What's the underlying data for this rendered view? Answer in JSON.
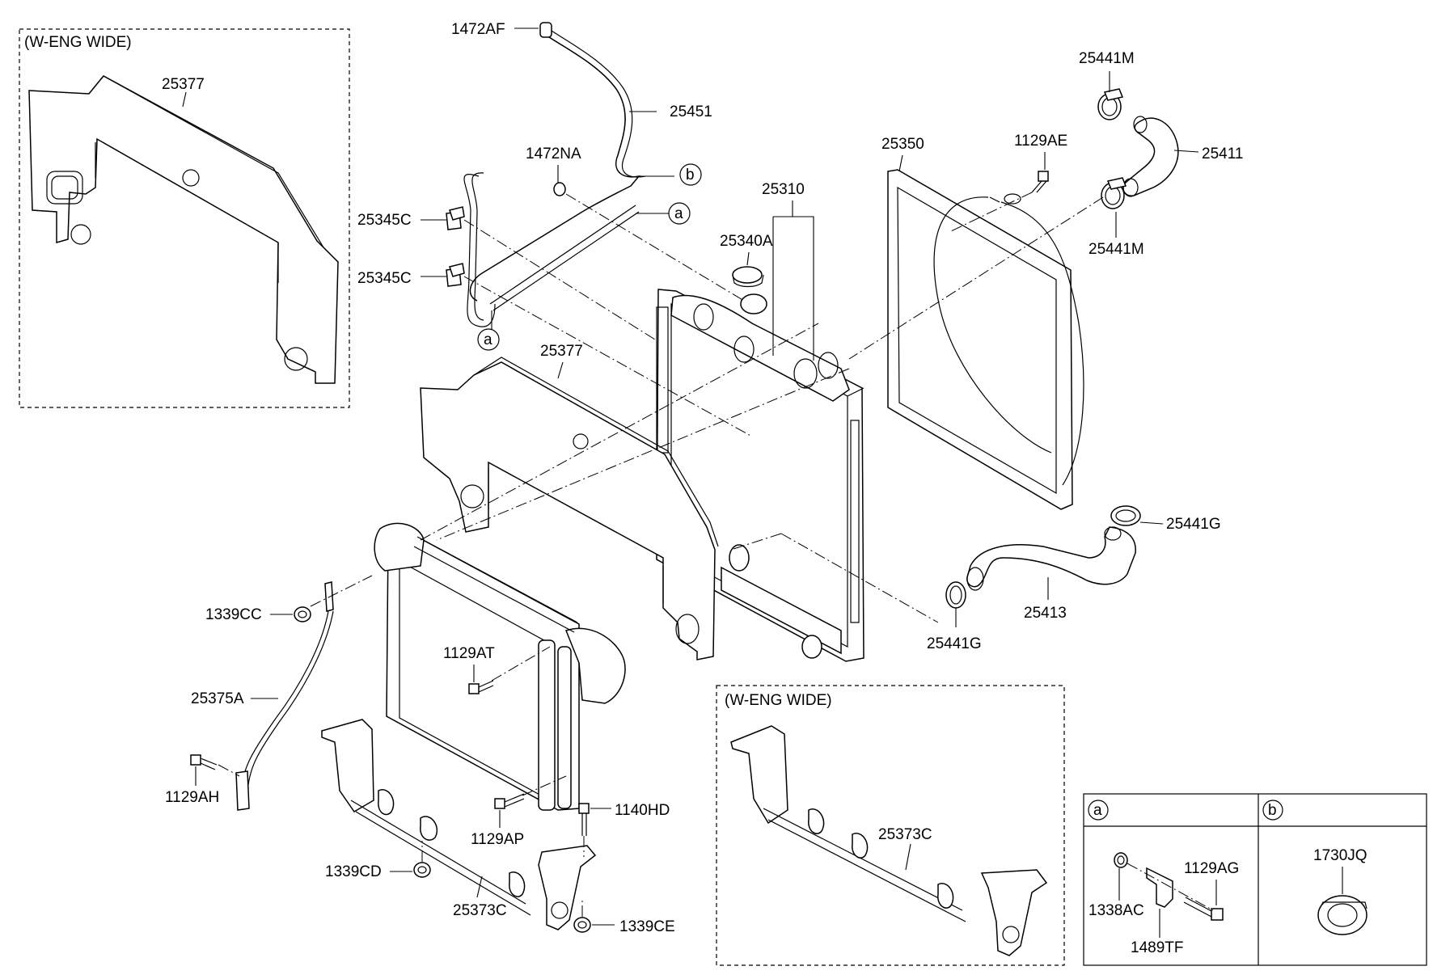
{
  "boxes": {
    "top_left_label": "(W-ENG WIDE)",
    "bottom_right_label": "(W-ENG WIDE)"
  },
  "callouts": {
    "a": "a",
    "b": "b"
  },
  "legend": {
    "cell_a": "a",
    "cell_b": "b"
  },
  "labels": {
    "p25377_box": "25377",
    "p1472AF": "1472AF",
    "p25451": "25451",
    "p1472NA": "1472NA",
    "p25345C_1": "25345C",
    "p25345C_2": "25345C",
    "p25310": "25310",
    "p25340A": "25340A",
    "p25350": "25350",
    "p1129AE": "1129AE",
    "p25441M_1": "25441M",
    "p25411": "25411",
    "p25441M_2": "25441M",
    "p25377_main": "25377",
    "p25441G_1": "25441G",
    "p25413": "25413",
    "p25441G_2": "25441G",
    "p1339CC": "1339CC",
    "p1129AT": "1129AT",
    "p25375A": "25375A",
    "p1129AH": "1129AH",
    "p1129AP": "1129AP",
    "p1140HD": "1140HD",
    "p1339CD": "1339CD",
    "p25373C_1": "25373C",
    "p1339CE": "1339CE",
    "p25373C_2": "25373C",
    "p1129AG": "1129AG",
    "p1338AC": "1338AC",
    "p1489TF": "1489TF",
    "p1730JQ": "1730JQ"
  }
}
